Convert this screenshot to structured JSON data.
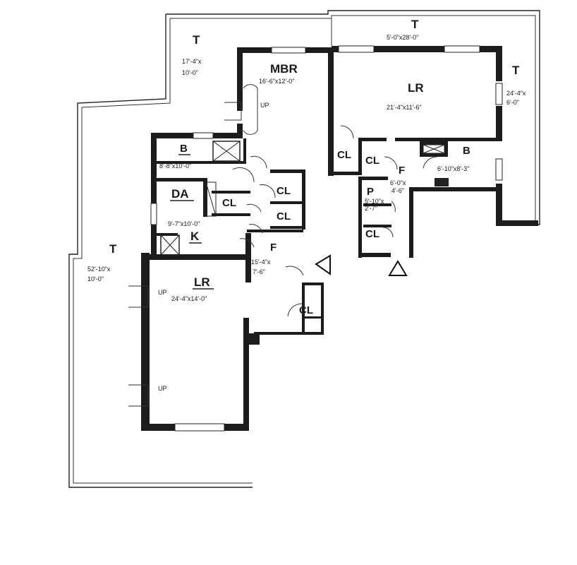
{
  "terraces": {
    "top_left": {
      "label": "T",
      "dim1": "17'-4\"x",
      "dim2": "10'-0\""
    },
    "top_right": {
      "label": "T",
      "dim": "5'-0\"x28'-0\""
    },
    "right": {
      "label": "T",
      "dim1": "24'-4\"x",
      "dim2": "6'-0\""
    },
    "left": {
      "label": "T",
      "dim1": "52'-10\"x",
      "dim2": "10'-0\""
    }
  },
  "rooms": {
    "mbr": {
      "label": "MBR",
      "dim": "16'-6\"x12'-0\""
    },
    "lr_upper": {
      "label": "LR",
      "dim": "21'-4\"x11'-6\""
    },
    "bedroom_left": {
      "label": "B",
      "dim": "8'-8\"x10'-0\""
    },
    "bedroom_right": {
      "label": "B",
      "dim": "6'-10\"x8'-3\""
    },
    "dining": {
      "label": "DA",
      "dim": "9'-7\"x10'-0\""
    },
    "kitchen": {
      "label": "K"
    },
    "foyer_left": {
      "label": "F",
      "dim1": "15'-4\"x",
      "dim2": "7'-6\""
    },
    "foyer_right": {
      "label": "F",
      "dim1": "6'-0\"x",
      "dim2": "4'-6\""
    },
    "pantry": {
      "label": "P",
      "dim1": "5'-10\"x",
      "dim2": "2'-7\""
    },
    "lr_lower": {
      "label": "LR",
      "dim": "24'-4\"x14'-0\""
    }
  },
  "closets": {
    "label": "CL"
  },
  "stairs": {
    "label": "UP"
  }
}
